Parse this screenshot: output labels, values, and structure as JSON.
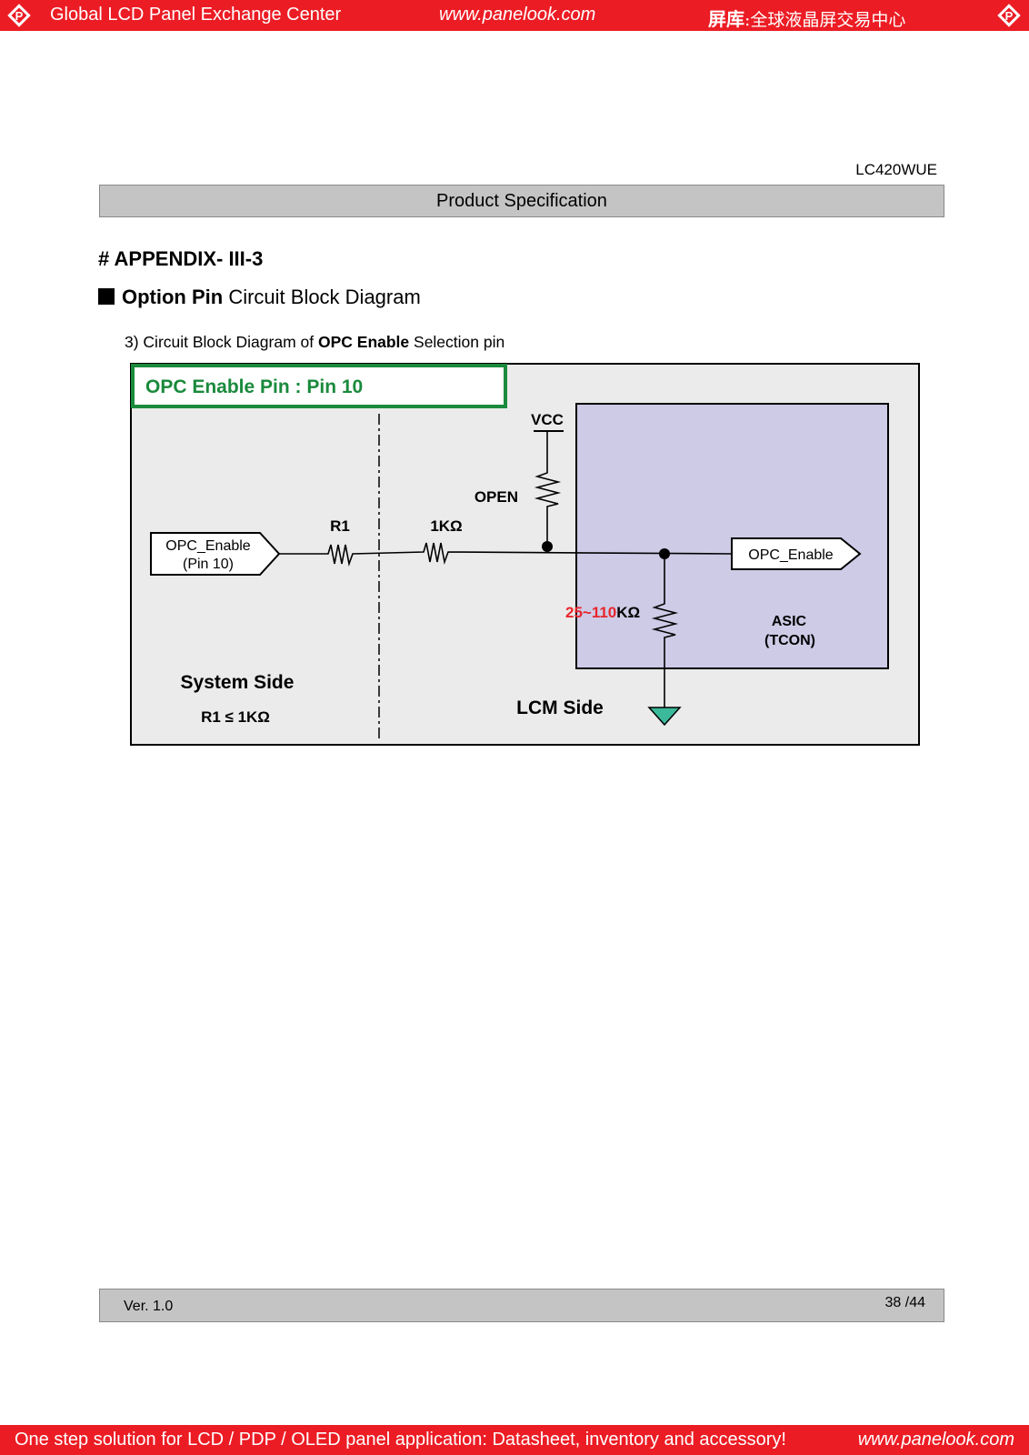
{
  "header": {
    "left": "Global LCD Panel Exchange Center",
    "center": "www.panelook.com",
    "right_bold": "屏库",
    "right_rest": ":全球液晶屏交易中心",
    "logo_icon": "panelook-logo-icon"
  },
  "document": {
    "model": "LC420WUE",
    "spec_title": "Product Specification",
    "appendix": "# APPENDIX- III-3",
    "section_bold": "Option Pin",
    "section_rest": " Circuit Block Diagram",
    "sub_pre": "3) Circuit Block Diagram of ",
    "sub_bold": "OPC Enable",
    "sub_post": " Selection pin"
  },
  "diagram": {
    "title": "OPC Enable Pin : Pin 10",
    "input_label_1": "OPC_Enable",
    "input_label_2": "(Pin 10)",
    "r1_label": "R1",
    "r_1k_label": "1KΩ",
    "vcc_label": "VCC",
    "open_label": "OPEN",
    "pulldown_red": "25~110",
    "pulldown_black": "KΩ",
    "output_label": "OPC_Enable",
    "asic_label_1": "ASIC",
    "asic_label_2": "(TCON)",
    "system_side": "System Side",
    "r1_condition": "R1 ≤ 1KΩ",
    "lcm_side": "LCM Side",
    "colors": {
      "title_green": "#1a8a3c",
      "asic_fill": "#cdcbe6",
      "panel_fill": "#ebebeb",
      "ground_fill": "#3cb89a",
      "red_value": "#e8262b"
    }
  },
  "footer": {
    "version": "Ver. 1.0",
    "page": "38 /44"
  },
  "bottom": {
    "tagline": "One step solution for LCD / PDP / OLED panel application: Datasheet, inventory and accessory!",
    "url": "www.panelook.com"
  }
}
